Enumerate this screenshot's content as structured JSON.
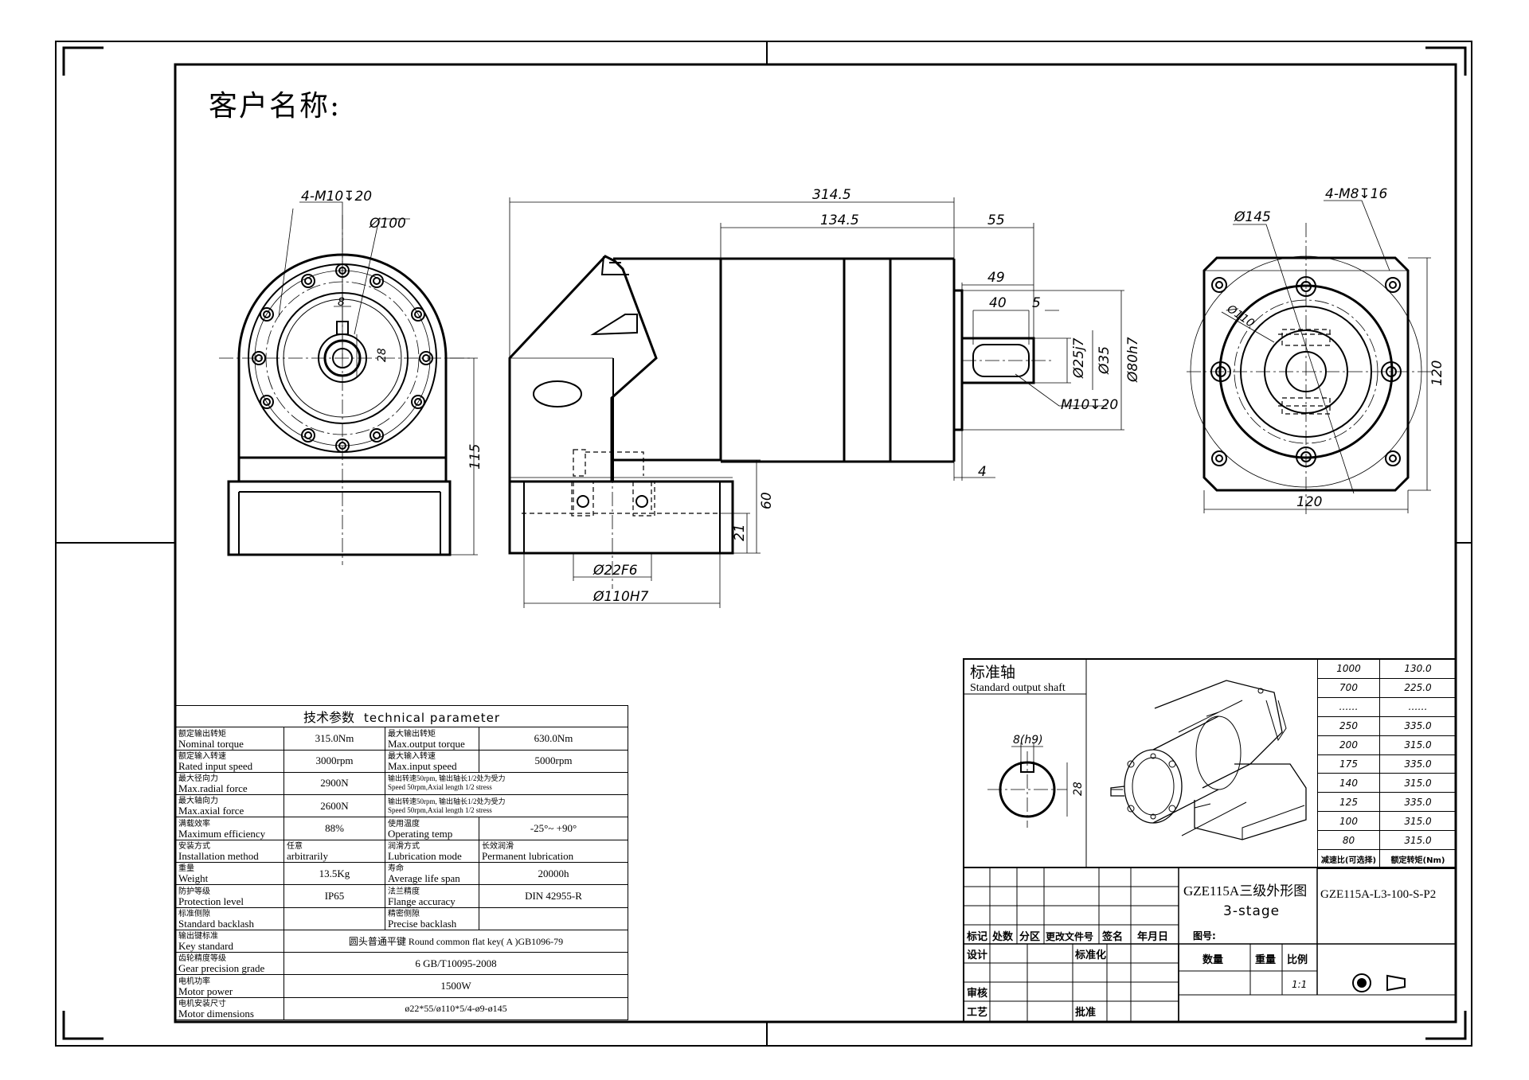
{
  "customer_label": "客户名称:",
  "front_view": {
    "thread_note": "4-M10↧20",
    "pcd": "Ø100",
    "key_width": "8",
    "key_height": "28",
    "center_height": "115"
  },
  "side_view": {
    "overall_length": "314.5",
    "body_length": "134.5",
    "shaft_length": "55",
    "shaft_dim_49": "49",
    "key_length": "40",
    "key_offset": "5",
    "shaft_dia": "Ø25j7",
    "flange_dia_35": "Ø35",
    "pilot_dia": "Ø80h7",
    "tap_note": "M10↧20",
    "base_height": "60",
    "foot_height": "21",
    "flange_step": "4",
    "input_bore": "Ø22F6",
    "input_pilot": "Ø110H7"
  },
  "end_view": {
    "pcd": "Ø145",
    "thread_note": "4-M8↧16",
    "inner_dia": "Ø110",
    "square_w": "120",
    "square_h": "120"
  },
  "tech_table": {
    "title_cn": "技术参数",
    "title_en": "technical parameter",
    "rows": [
      {
        "l_cn": "额定输出转矩",
        "l_en": "Nominal torque",
        "l_val": "315.0Nm",
        "r_cn": "最大输出转矩",
        "r_en": "Max.output torque",
        "r_val": "630.0Nm"
      },
      {
        "l_cn": "额定输入转速",
        "l_en": "Rated input speed",
        "l_val": "3000rpm",
        "r_cn": "最大输入转速",
        "r_en": "Max.input speed",
        "r_val": "5000rpm"
      },
      {
        "l_cn": "最大径向力",
        "l_en": "Max.radial force",
        "l_val": "2900N",
        "r_note_cn": "输出转速50rpm, 输出轴长1/2处为受力",
        "r_note_en": "Speed 50rpm,Axial length 1/2 stress"
      },
      {
        "l_cn": "最大轴向力",
        "l_en": "Max.axial force",
        "l_val": "2600N",
        "r_note_cn": "输出转速50rpm, 输出轴长1/2处为受力",
        "r_note_en": "Speed 50rpm,Axial length 1/2 stress"
      },
      {
        "l_cn": "满载效率",
        "l_en": "Maximum efficiency",
        "l_val": "88%",
        "r_cn": "使用温度",
        "r_en": "Operating temp",
        "r_val": "-25°~ +90°"
      },
      {
        "l_cn": "安装方式",
        "l_en": "Installation method",
        "l_val_cn": "任意",
        "l_val": "arbitrarily",
        "r_cn": "润滑方式",
        "r_en": "Lubrication mode",
        "r_val_cn": "长效润滑",
        "r_val": "Permanent lubrication"
      },
      {
        "l_cn": "重量",
        "l_en": "Weight",
        "l_val": "13.5Kg",
        "r_cn": "寿命",
        "r_en": "Average life span",
        "r_val": "20000h"
      },
      {
        "l_cn": "防护等级",
        "l_en": "Protection level",
        "l_val": "IP65",
        "r_cn": "法兰精度",
        "r_en": "Flange accuracy",
        "r_val": "DIN 42955-R"
      },
      {
        "l_cn": "标准侧隙",
        "l_en": "Standard backlash",
        "l_val": "",
        "r_cn": "精密侧隙",
        "r_en": "Precise backlash",
        "r_val": ""
      }
    ],
    "wide_rows": [
      {
        "cn": "输出键标准",
        "en": "Key standard",
        "val": "圆头普通平键  Round common flat key( A )GB1096-79"
      },
      {
        "cn": "齿轮精度等级",
        "en": "Gear precision grade",
        "val": "6 GB/T10095-2008"
      },
      {
        "cn": "电机功率",
        "en": "Motor power",
        "val": "1500W"
      },
      {
        "cn": "电机安装尺寸",
        "en": "Motor  dimensions",
        "val": "ø22*55/ø110*5/4-ø9-ø145"
      }
    ]
  },
  "shaft_box": {
    "title_cn": "标准轴",
    "title_en": "Standard output shaft",
    "key_dim": "8(h9)",
    "height_dim": "28"
  },
  "ratio_table": {
    "rows": [
      [
        "1000",
        "130.0"
      ],
      [
        "700",
        "225.0"
      ],
      [
        "……",
        "……"
      ],
      [
        "250",
        "335.0"
      ],
      [
        "200",
        "315.0"
      ],
      [
        "175",
        "335.0"
      ],
      [
        "140",
        "315.0"
      ],
      [
        "125",
        "335.0"
      ],
      [
        "100",
        "315.0"
      ],
      [
        "80",
        "315.0"
      ]
    ],
    "footer": [
      "减速比(可选择)",
      "额定转矩(Nm)"
    ]
  },
  "title_block": {
    "drawing_title": "GZE115A三级外形图",
    "drawing_subtitle": "3-stage",
    "model": "GZE115A-L3-100-S-P2",
    "drawing_no_label": "图号:",
    "labels": {
      "mark": "标记",
      "count": "处数",
      "zone": "分区",
      "change_doc": "更改文件号",
      "sign": "签名",
      "date": "年月日",
      "design": "设计",
      "standardize": "标准化",
      "review": "审核",
      "process": "工艺",
      "approve": "批准",
      "qty": "数量",
      "weight": "重量",
      "scale": "比例"
    },
    "scale_value": "1:1"
  }
}
